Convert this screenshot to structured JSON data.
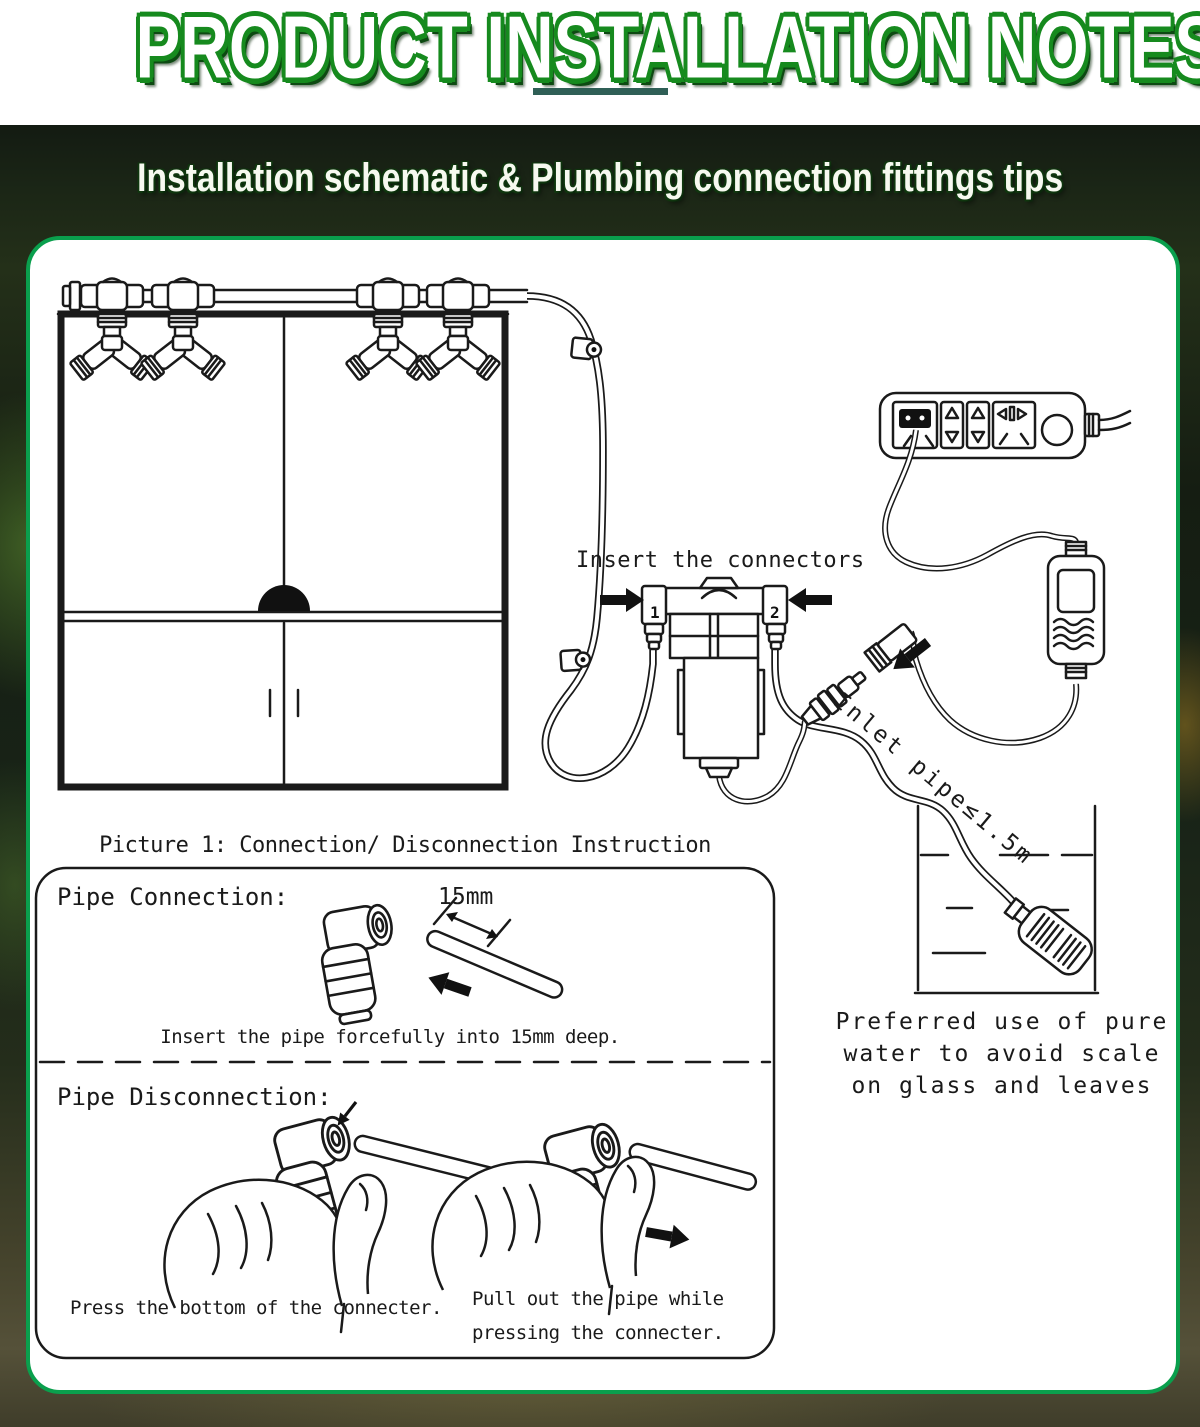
{
  "header": {
    "title": "PRODUCT INSTALLATION NOTES",
    "subtitle": "Installation schematic & Plumbing connection fittings tips"
  },
  "colors": {
    "title_outline_green": "#168a1e",
    "panel_border_green": "#0a9f4d",
    "underline_teal": "#2f5f56"
  },
  "schematic": {
    "insert_connectors_label": "Insert the connectors",
    "inlet_pipe_label": "Inlet pipe≤1.5m",
    "pump_port_1": "1",
    "pump_port_2": "2",
    "pure_water_note": {
      "line1": "Preferred use of pure",
      "line2": "water to avoid scale",
      "line3": "on glass and leaves"
    }
  },
  "instructions": {
    "caption": "Picture 1: Connection/ Disconnection Instruction",
    "connection_heading": "Pipe Connection:",
    "dimension_label": "15mm",
    "connection_note": "Insert the pipe forcefully into 15mm deep.",
    "disconnection_heading": "Pipe Disconnection:",
    "press_note": "Press the bottom of the connecter.",
    "pull_note_line1": "Pull out the pipe while",
    "pull_note_line2": "pressing the connecter."
  }
}
